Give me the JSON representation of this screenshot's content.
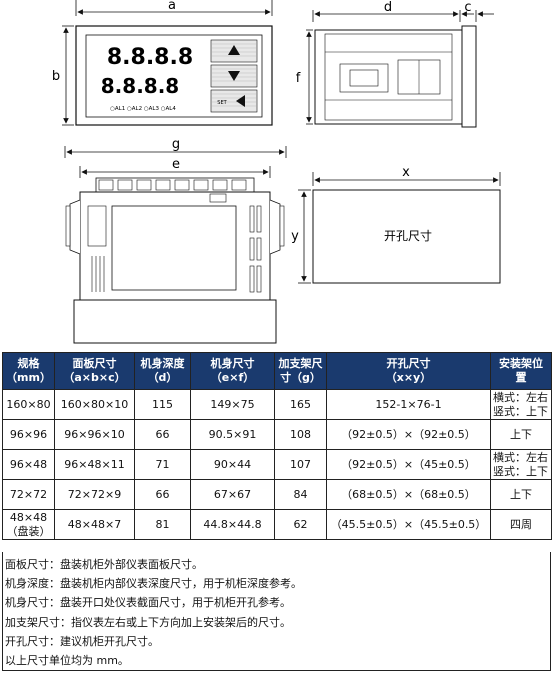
{
  "diagram": {
    "dim_a": "a",
    "dim_b": "b",
    "dim_c": "c",
    "dim_d": "d",
    "dim_f": "f",
    "dim_g": "g",
    "dim_e": "e",
    "dim_x": "x",
    "dim_y": "y",
    "cutout_label": "开孔尺寸",
    "display_top": "8.8.8.8",
    "display_bottom": "8.8.8.8",
    "alarm_labels": "○AL1 ○AL2 ○AL3 ○AL4",
    "set_label": "SET"
  },
  "table": {
    "headers": [
      [
        "规格",
        "（mm）"
      ],
      [
        "面板尺寸",
        "（a×b×c）"
      ],
      [
        "机身深度",
        "（d）"
      ],
      [
        "机身尺寸",
        "（e×f）"
      ],
      [
        "加支架尺",
        "寸（g）"
      ],
      [
        "开孔尺寸",
        "（x×y）"
      ],
      [
        "安装架位",
        "置"
      ]
    ],
    "rows": [
      {
        "spec": "160×80",
        "panel": "160×80×10",
        "depth": "115",
        "body": "149×75",
        "bracket": "165",
        "cutout": "152-1×76-1",
        "install": [
          "横式：左右",
          "竖式：上下"
        ]
      },
      {
        "spec": "96×96",
        "panel": "96×96×10",
        "depth": "66",
        "body": "90.5×91",
        "bracket": "108",
        "cutout": "（92±0.5）×（92±0.5）",
        "install": [
          "上下"
        ]
      },
      {
        "spec": "96×48",
        "panel": "96×48×11",
        "depth": "71",
        "body": "90×44",
        "bracket": "107",
        "cutout": "（92±0.5）×（45±0.5）",
        "install": [
          "横式：左右",
          "竖式：上下"
        ]
      },
      {
        "spec": "72×72",
        "panel": "72×72×9",
        "depth": "66",
        "body": "67×67",
        "bracket": "84",
        "cutout": "（68±0.5）×（68±0.5）",
        "install": [
          "上下"
        ]
      },
      {
        "spec": "48×48（盘装）",
        "panel": "48×48×7",
        "depth": "81",
        "body": "44.8×44.8",
        "bracket": "62",
        "cutout": "（45.5±0.5）×（45.5±0.5）",
        "install": [
          "四周"
        ]
      }
    ]
  },
  "notes": [
    "面板尺寸：盘装机柜外部仪表面板尺寸。",
    "机身深度：盘装机柜内部仪表深度尺寸，用于机柜深度参考。",
    "机身尺寸：盘装开口处仪表截面尺寸，用于机柜开孔参考。",
    "加支架尺寸：指仪表左右或上下方向加上安装架后的尺寸。",
    "开孔尺寸：建议机柜开孔尺寸。",
    "以上尺寸单位均为 mm。"
  ]
}
